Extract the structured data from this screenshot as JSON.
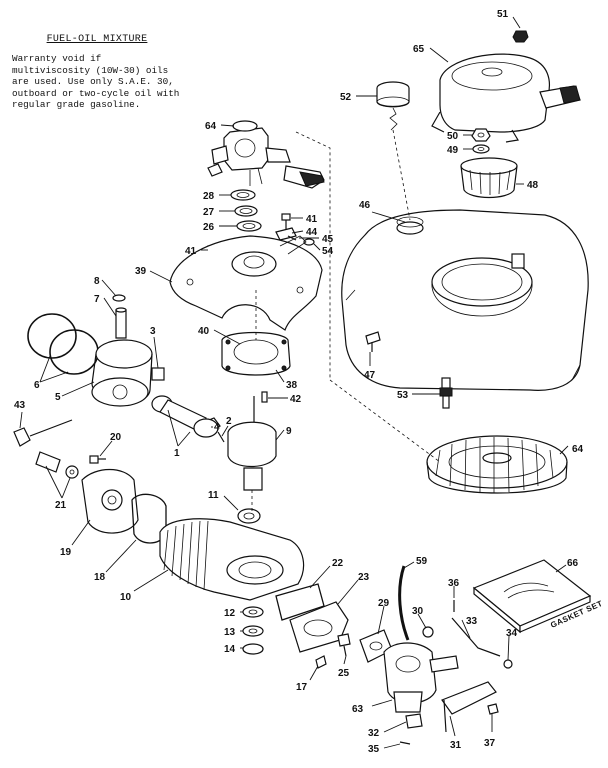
{
  "note": {
    "title": "FUEL-OIL MIXTURE",
    "body": "Warranty void if multiviscosity (10W-30) oils are used. Use only S.A.E. 30, outboard or two-cycle oil with regular grade gasoline."
  },
  "gasket_box_label": "GASKET SET",
  "callouts": [
    {
      "id": "c51",
      "text": "51"
    },
    {
      "id": "c65",
      "text": "65"
    },
    {
      "id": "c52",
      "text": "52"
    },
    {
      "id": "c50",
      "text": "50"
    },
    {
      "id": "c49",
      "text": "49"
    },
    {
      "id": "c48",
      "text": "48"
    },
    {
      "id": "c46",
      "text": "46"
    },
    {
      "id": "c64a",
      "text": "64"
    },
    {
      "id": "c28",
      "text": "28"
    },
    {
      "id": "c27",
      "text": "27"
    },
    {
      "id": "c26",
      "text": "26"
    },
    {
      "id": "c41a",
      "text": "41"
    },
    {
      "id": "c44",
      "text": "44"
    },
    {
      "id": "c45",
      "text": "45"
    },
    {
      "id": "c54",
      "text": "54"
    },
    {
      "id": "c41b",
      "text": "41"
    },
    {
      "id": "c39",
      "text": "39"
    },
    {
      "id": "c8",
      "text": "8"
    },
    {
      "id": "c7",
      "text": "7"
    },
    {
      "id": "c3",
      "text": "3"
    },
    {
      "id": "c40",
      "text": "40"
    },
    {
      "id": "c6",
      "text": "6"
    },
    {
      "id": "c38",
      "text": "38"
    },
    {
      "id": "c47",
      "text": "47"
    },
    {
      "id": "c53",
      "text": "53"
    },
    {
      "id": "c5",
      "text": "5"
    },
    {
      "id": "c43",
      "text": "43"
    },
    {
      "id": "c42",
      "text": "42"
    },
    {
      "id": "c4",
      "text": "4"
    },
    {
      "id": "c2",
      "text": "2"
    },
    {
      "id": "c1",
      "text": "1"
    },
    {
      "id": "c9",
      "text": "9"
    },
    {
      "id": "c20",
      "text": "20"
    },
    {
      "id": "c64b",
      "text": "64"
    },
    {
      "id": "c21",
      "text": "21"
    },
    {
      "id": "c11",
      "text": "11"
    },
    {
      "id": "c19",
      "text": "19"
    },
    {
      "id": "c18",
      "text": "18"
    },
    {
      "id": "c10",
      "text": "10"
    },
    {
      "id": "c22",
      "text": "22"
    },
    {
      "id": "c59",
      "text": "59"
    },
    {
      "id": "c66",
      "text": "66"
    },
    {
      "id": "c23",
      "text": "23"
    },
    {
      "id": "c36",
      "text": "36"
    },
    {
      "id": "c29",
      "text": "29"
    },
    {
      "id": "c30",
      "text": "30"
    },
    {
      "id": "c33",
      "text": "33"
    },
    {
      "id": "c12",
      "text": "12"
    },
    {
      "id": "c13",
      "text": "13"
    },
    {
      "id": "c14",
      "text": "14"
    },
    {
      "id": "c34",
      "text": "34"
    },
    {
      "id": "c25",
      "text": "25"
    },
    {
      "id": "c17",
      "text": "17"
    },
    {
      "id": "c63",
      "text": "63"
    },
    {
      "id": "c32",
      "text": "32"
    },
    {
      "id": "c31",
      "text": "31"
    },
    {
      "id": "c37",
      "text": "37"
    },
    {
      "id": "c35",
      "text": "35"
    }
  ]
}
